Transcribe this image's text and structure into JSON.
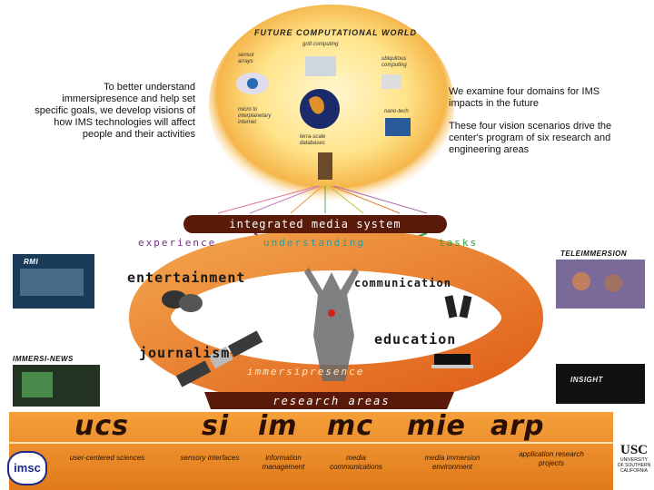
{
  "left_text": [
    "To better understand immersipresence and help set specific goals, we develop visions of how IMS technologies will affect people and their activities"
  ],
  "right_text": [
    "We examine four domains for IMS impacts in the future",
    "These four vision scenarios drive the center's program of six research and engineering areas"
  ],
  "top_title": "FUTURE COMPUTATIONAL WORLD",
  "globe_labels": {
    "grid": "grid computing",
    "sensor": "sensor arrays",
    "ubiq": "ubiquitous computing",
    "micro": "micro to interplanetary internet",
    "nano": "nano-tech",
    "tera": "terra-scale databases"
  },
  "ims_bar": "integrated media system",
  "triad": {
    "left": "experience",
    "mid": "understanding",
    "right": "tasks"
  },
  "domains": {
    "entertainment": "entertainment",
    "communication": "communication",
    "journalism": "journalism",
    "education": "education"
  },
  "immersipresence": "immersipresence",
  "panels": {
    "teleimmersion": "TELEIMMERSION",
    "immersi_news": "IMMERSI-NEWS",
    "rmi": "RMI",
    "insight": "INSIGHT"
  },
  "research_bar": "research areas",
  "areas": [
    {
      "acr": "ucs",
      "label": "user-centered sciences"
    },
    {
      "acr": "si",
      "label": "sensory interfaces"
    },
    {
      "acr": "im",
      "label": "information management"
    },
    {
      "acr": "mc",
      "label": "media communications"
    },
    {
      "acr": "mie",
      "label": "media immersion environment"
    },
    {
      "acr": "arp",
      "label": "application research projects"
    }
  ],
  "logo": "imsc",
  "usc": {
    "big": "USC",
    "small1": "UNIVERSITY",
    "small2": "OF SOUTHERN",
    "small3": "CALIFORNIA"
  },
  "colors": {
    "orange": "#f08a2a",
    "deep_orange": "#e0601a",
    "brown": "#5a1a0a",
    "yellow": "#fff3b0",
    "purple": "#7a2a8a",
    "green": "#2f9e3a",
    "teal": "#2e9a9a"
  }
}
